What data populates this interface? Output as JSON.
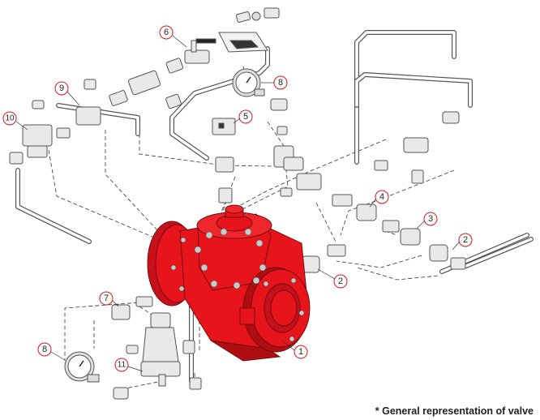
{
  "callouts": [
    "1",
    "2",
    "2",
    "3",
    "4",
    "5",
    "6",
    "7",
    "8",
    "8",
    "9",
    "10",
    "11"
  ],
  "footnote": "* General representation of valve",
  "colors": {
    "valve_body": "#e8141c",
    "valve_shadow": "#b00d12",
    "callout_stroke": "#d21920",
    "fitting_fill": "#e9e9e9",
    "fitting_stroke": "#555555",
    "tube": "#ffffff"
  }
}
